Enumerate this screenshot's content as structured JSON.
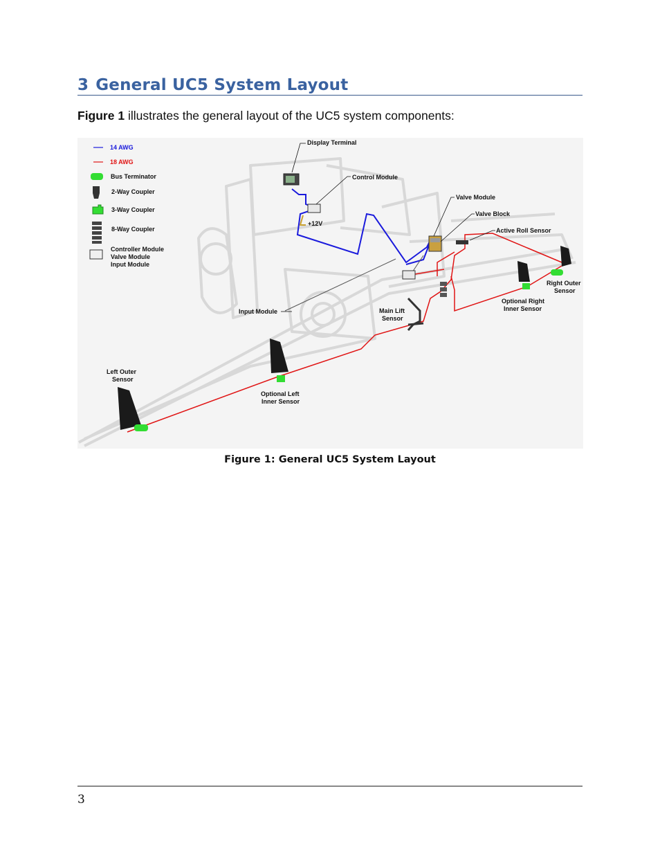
{
  "section": {
    "number": "3",
    "title": "General UC5 System Layout"
  },
  "intro": {
    "ref": "Figure 1",
    "text": " illustrates the general layout of the UC5 system components:"
  },
  "figure": {
    "caption": "Figure 1: General UC5 System Layout",
    "legend": {
      "awg14": "14 AWG",
      "awg18": "18 AWG",
      "bus_terminator": "Bus Terminator",
      "coupler_2way": "2-Way Coupler",
      "coupler_3way": "3-Way Coupler",
      "coupler_8way": "8-Way Coupler",
      "modules_line1": "Controller Module",
      "modules_line2": "Valve Module",
      "modules_line3": "Input Module"
    },
    "labels": {
      "display_terminal": "Display Terminal",
      "control_module": "Control Module",
      "plus12v": "+12V",
      "valve_module": "Valve Module",
      "valve_block": "Valve Block",
      "active_roll_sensor": "Active Roll Sensor",
      "right_outer_1": "Right Outer",
      "right_outer_2": "Sensor",
      "optional_right_1": "Optional Right",
      "optional_right_2": "Inner Sensor",
      "main_lift_1": "Main Lift",
      "main_lift_2": "Sensor",
      "input_module": "Input Module",
      "left_outer_1": "Left Outer",
      "left_outer_2": "Sensor",
      "optional_left_1": "Optional Left",
      "optional_left_2": "Inner Sensor"
    },
    "colors": {
      "awg14": "#1a1adc",
      "awg18": "#e01414",
      "terminator": "#33dd33"
    }
  },
  "page_number": "3"
}
